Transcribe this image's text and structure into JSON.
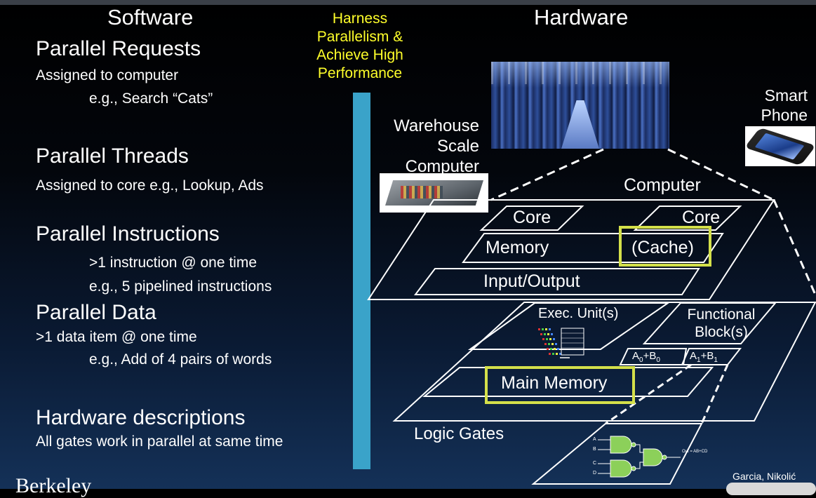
{
  "software": {
    "title": "Software",
    "requests": {
      "heading": "Parallel Requests",
      "line1": "Assigned to computer",
      "line2": "e.g., Search “Cats”"
    },
    "threads": {
      "heading": "Parallel Threads",
      "line1": "Assigned to core e.g., Lookup, Ads"
    },
    "instructions": {
      "heading": "Parallel Instructions",
      "line1": ">1 instruction @ one time",
      "line2": "e.g., 5 pipelined instructions"
    },
    "data": {
      "heading": "Parallel Data",
      "line1": ">1 data item @ one time",
      "line2": "e.g., Add of 4 pairs of words"
    },
    "hwdesc": {
      "heading": "Hardware descriptions",
      "line1": "All gates work in parallel at same time"
    }
  },
  "harness": {
    "line1": "Harness",
    "line2": "Parallelism &",
    "line3": "Achieve High",
    "line4": "Performance"
  },
  "hardware": {
    "title": "Hardware",
    "smartphone": {
      "line1": "Smart",
      "line2": "Phone"
    },
    "warehouse": {
      "line1": "Warehouse",
      "line2": "Scale",
      "line3": "Computer"
    },
    "computer": "Computer",
    "core1": "Core",
    "core2": "Core",
    "memory": "Memory",
    "cache": "(Cache)",
    "io": "Input/Output",
    "exec_unit": "Exec. Unit(s)",
    "functional_block": {
      "line1": "Functional",
      "line2": "Block(s)"
    },
    "a0b0": {
      "a": "A",
      "a_sub": "0",
      "plus": "+B",
      "b_sub": "0"
    },
    "a1b1": {
      "a": "A",
      "a_sub": "1",
      "plus": "+B",
      "b_sub": "1"
    },
    "main_memory": "Main Memory",
    "logic_gates": "Logic Gates",
    "gate_output": "Out = AB+CD",
    "gate_inputs": [
      "A",
      "B",
      "C",
      "D"
    ]
  },
  "footer": {
    "credit": "Garcia, Nikolić",
    "berkeley": "Berkeley"
  },
  "colors": {
    "highlight": "#d4e04a",
    "bar": "#3aa3c9",
    "harness_text": "#ffff2a"
  }
}
